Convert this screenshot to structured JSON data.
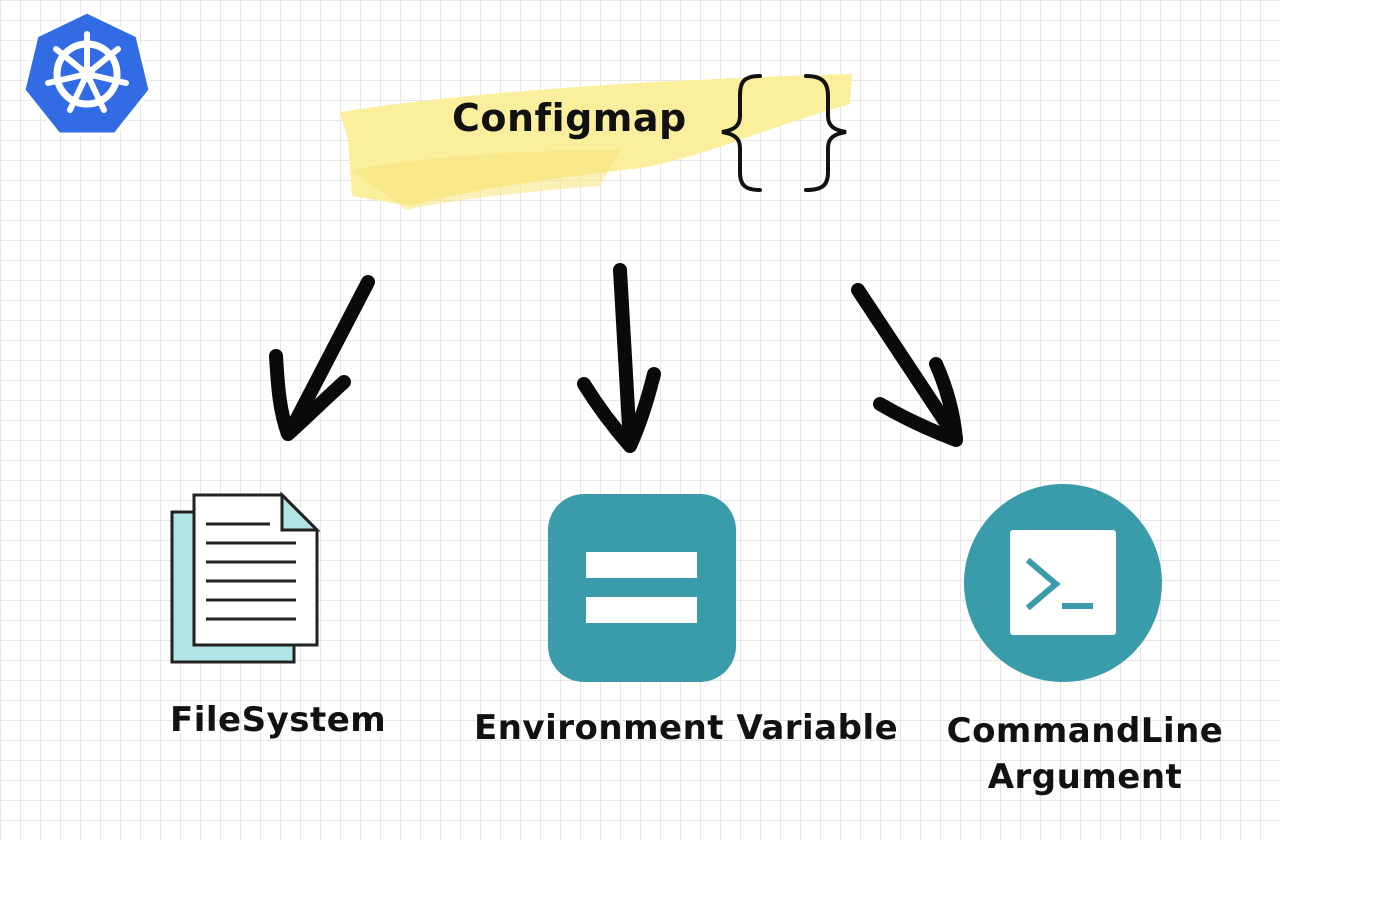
{
  "title": "Configmap",
  "targets": [
    {
      "id": "filesystem",
      "label": "FileSystem"
    },
    {
      "id": "env",
      "label": "Environment Variable"
    },
    {
      "id": "cmdline",
      "label": "CommandLine Argument"
    }
  ],
  "colors": {
    "highlight": "#fbee9c",
    "teal": "#3a9bab",
    "paper": "#b1e4e6",
    "k8s": "#326ce5",
    "ink": "#111111"
  },
  "icons": {
    "logo": "kubernetes-helm-icon",
    "braces": "curly-braces-icon",
    "filesystem": "document-icon",
    "env": "equals-icon",
    "cmdline": "terminal-icon"
  }
}
